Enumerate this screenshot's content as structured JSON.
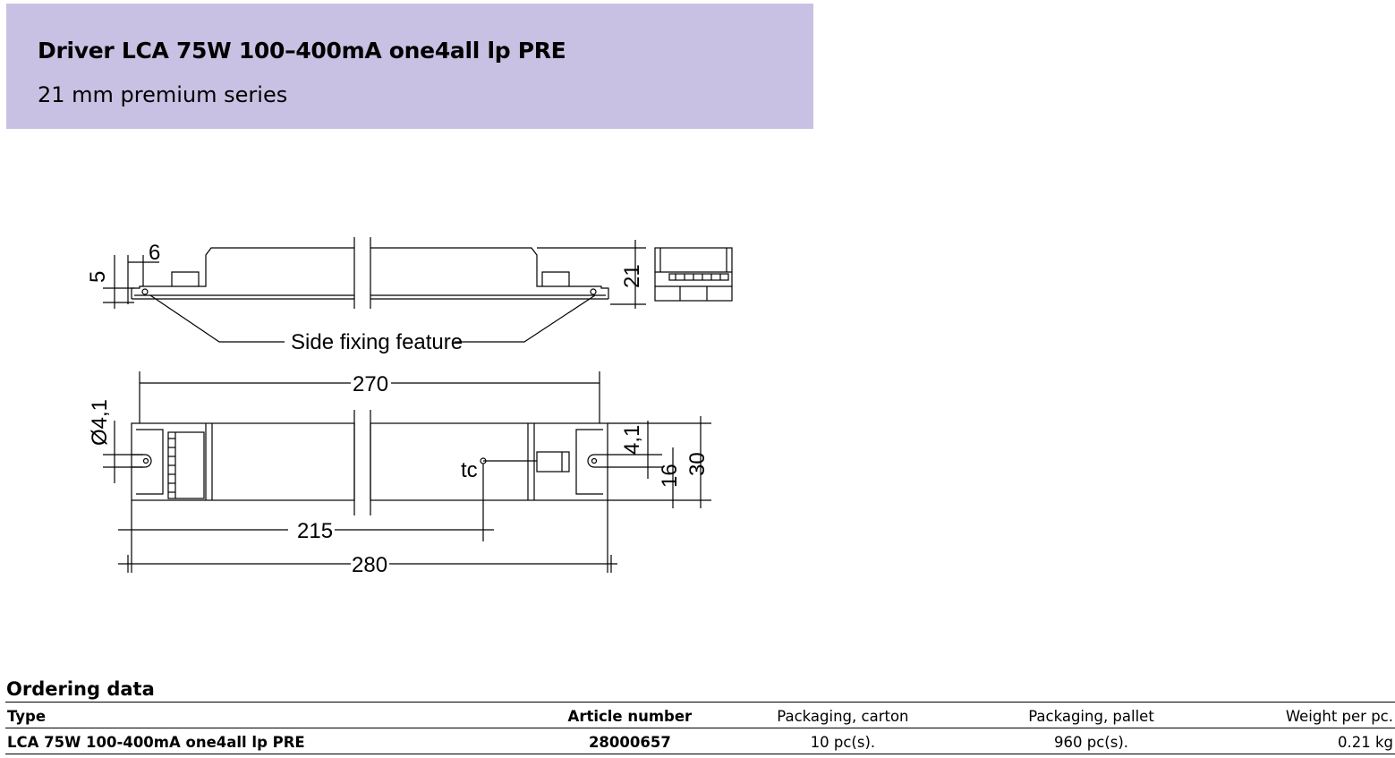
{
  "header": {
    "title": "Driver LCA 75W 100–400mA one4all lp PRE",
    "subtitle": "21 mm premium series"
  },
  "drawing": {
    "dim_6": "6",
    "dim_5": "5",
    "dim_21": "21",
    "side_fixing_label": "Side fixing feature",
    "dim_270": "270",
    "dim_hole_dia": "Ø4,1",
    "dim_hole_slot": "4,1",
    "dim_30": "30",
    "dim_16": "16",
    "tc_label": "tc",
    "dim_215": "215",
    "dim_280": "280"
  },
  "ordering": {
    "section_title": "Ordering data",
    "columns": [
      "Type",
      "Article number",
      "Packaging, carton",
      "Packaging, pallet",
      "Weight per pc."
    ],
    "rows": [
      [
        "LCA 75W 100-400mA one4all lp PRE",
        "28000657",
        "10 pc(s).",
        "960 pc(s).",
        "0.21 kg"
      ]
    ]
  }
}
